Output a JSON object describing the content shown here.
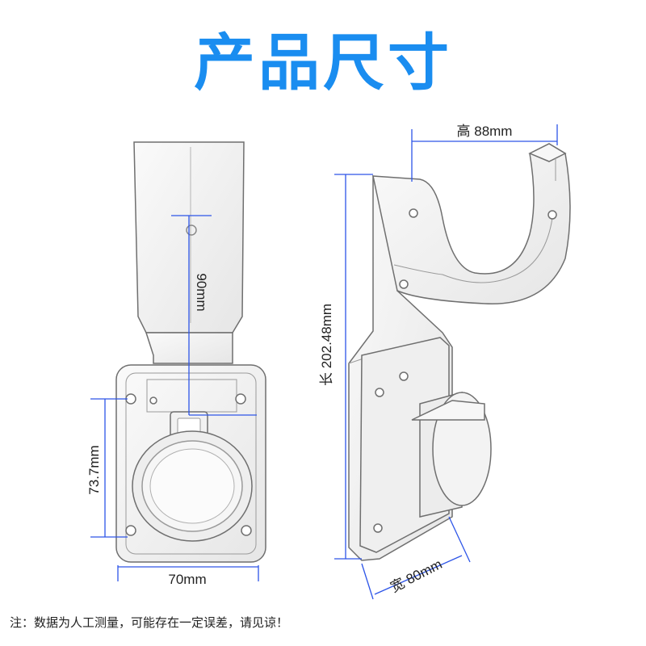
{
  "title": "产品尺寸",
  "colors": {
    "title": "#1a8df0",
    "dimension_line": "#2d55e8",
    "outline": "#6f6f6f",
    "fill": "#f4f4f4"
  },
  "front_view": {
    "height_label": "90mm",
    "plate_height_label": "73.7mm",
    "width_label": "70mm"
  },
  "side_view": {
    "height_label": "高 88mm",
    "length_label": "长 202.48mm",
    "width_label": "宽 80mm"
  },
  "footnote": "注：数据为人工测量，可能存在一定误差，请见谅！"
}
